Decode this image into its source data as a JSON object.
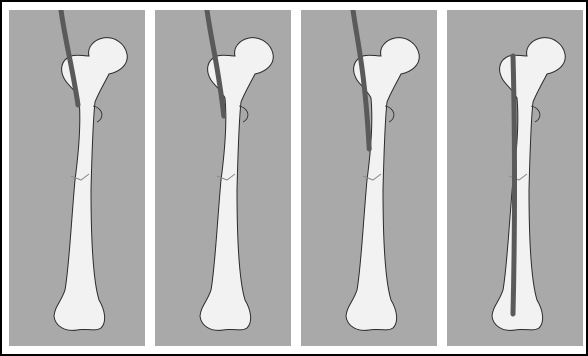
{
  "figure": {
    "colors": {
      "frame": "#000000",
      "panel_background": "#a9a9a9",
      "bone_fill": "#f2f2f2",
      "bone_outline": "#2b2b2b",
      "nail": "#5a5a5a",
      "fracture_line": "#8a8a8a"
    },
    "panels": [
      {
        "id": "stage-1",
        "nail_progress": 0.25
      },
      {
        "id": "stage-2",
        "nail_progress": 0.3
      },
      {
        "id": "stage-3",
        "nail_progress": 0.45
      },
      {
        "id": "stage-4",
        "nail_progress": 1.0
      }
    ]
  }
}
